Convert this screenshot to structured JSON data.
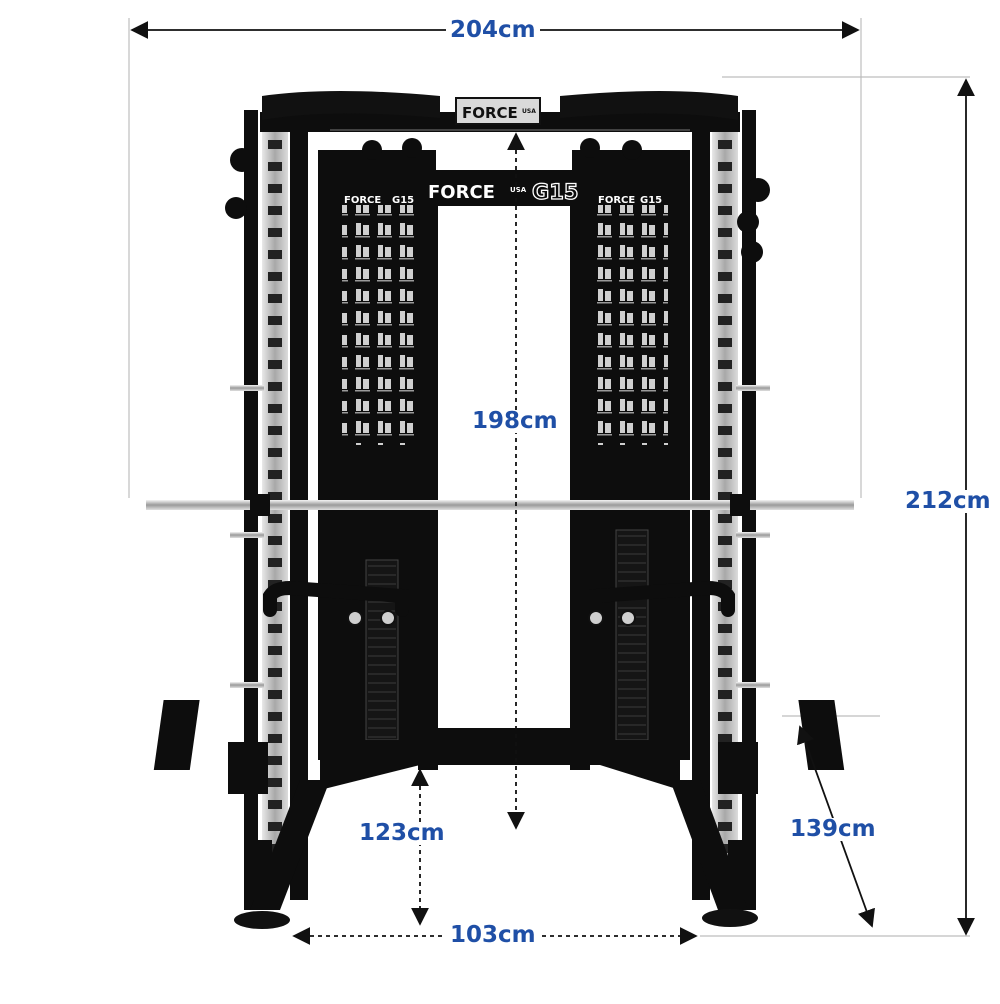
{
  "colors": {
    "label": "#1f4fa6",
    "arrow": "#111111",
    "frame": "#0d0d0d",
    "upright": "#c9c9c9",
    "bar": "#d6d6d6",
    "guide": "#bdbdbd"
  },
  "brand": {
    "top_logo": "FORCE",
    "top_logo_sub": "USA",
    "panel_logo": "FORCE",
    "panel_logo_sub": "USA",
    "model": "G15",
    "small_logo": "FORCE",
    "small_model": "G15"
  },
  "dimensions": {
    "total_width": "204cm",
    "total_height": "212cm",
    "inner_height": "198cm",
    "bar_height": "123cm",
    "depth": "139cm",
    "base_width": "103cm"
  },
  "icons": [
    "exercise-pictogram-icon"
  ]
}
